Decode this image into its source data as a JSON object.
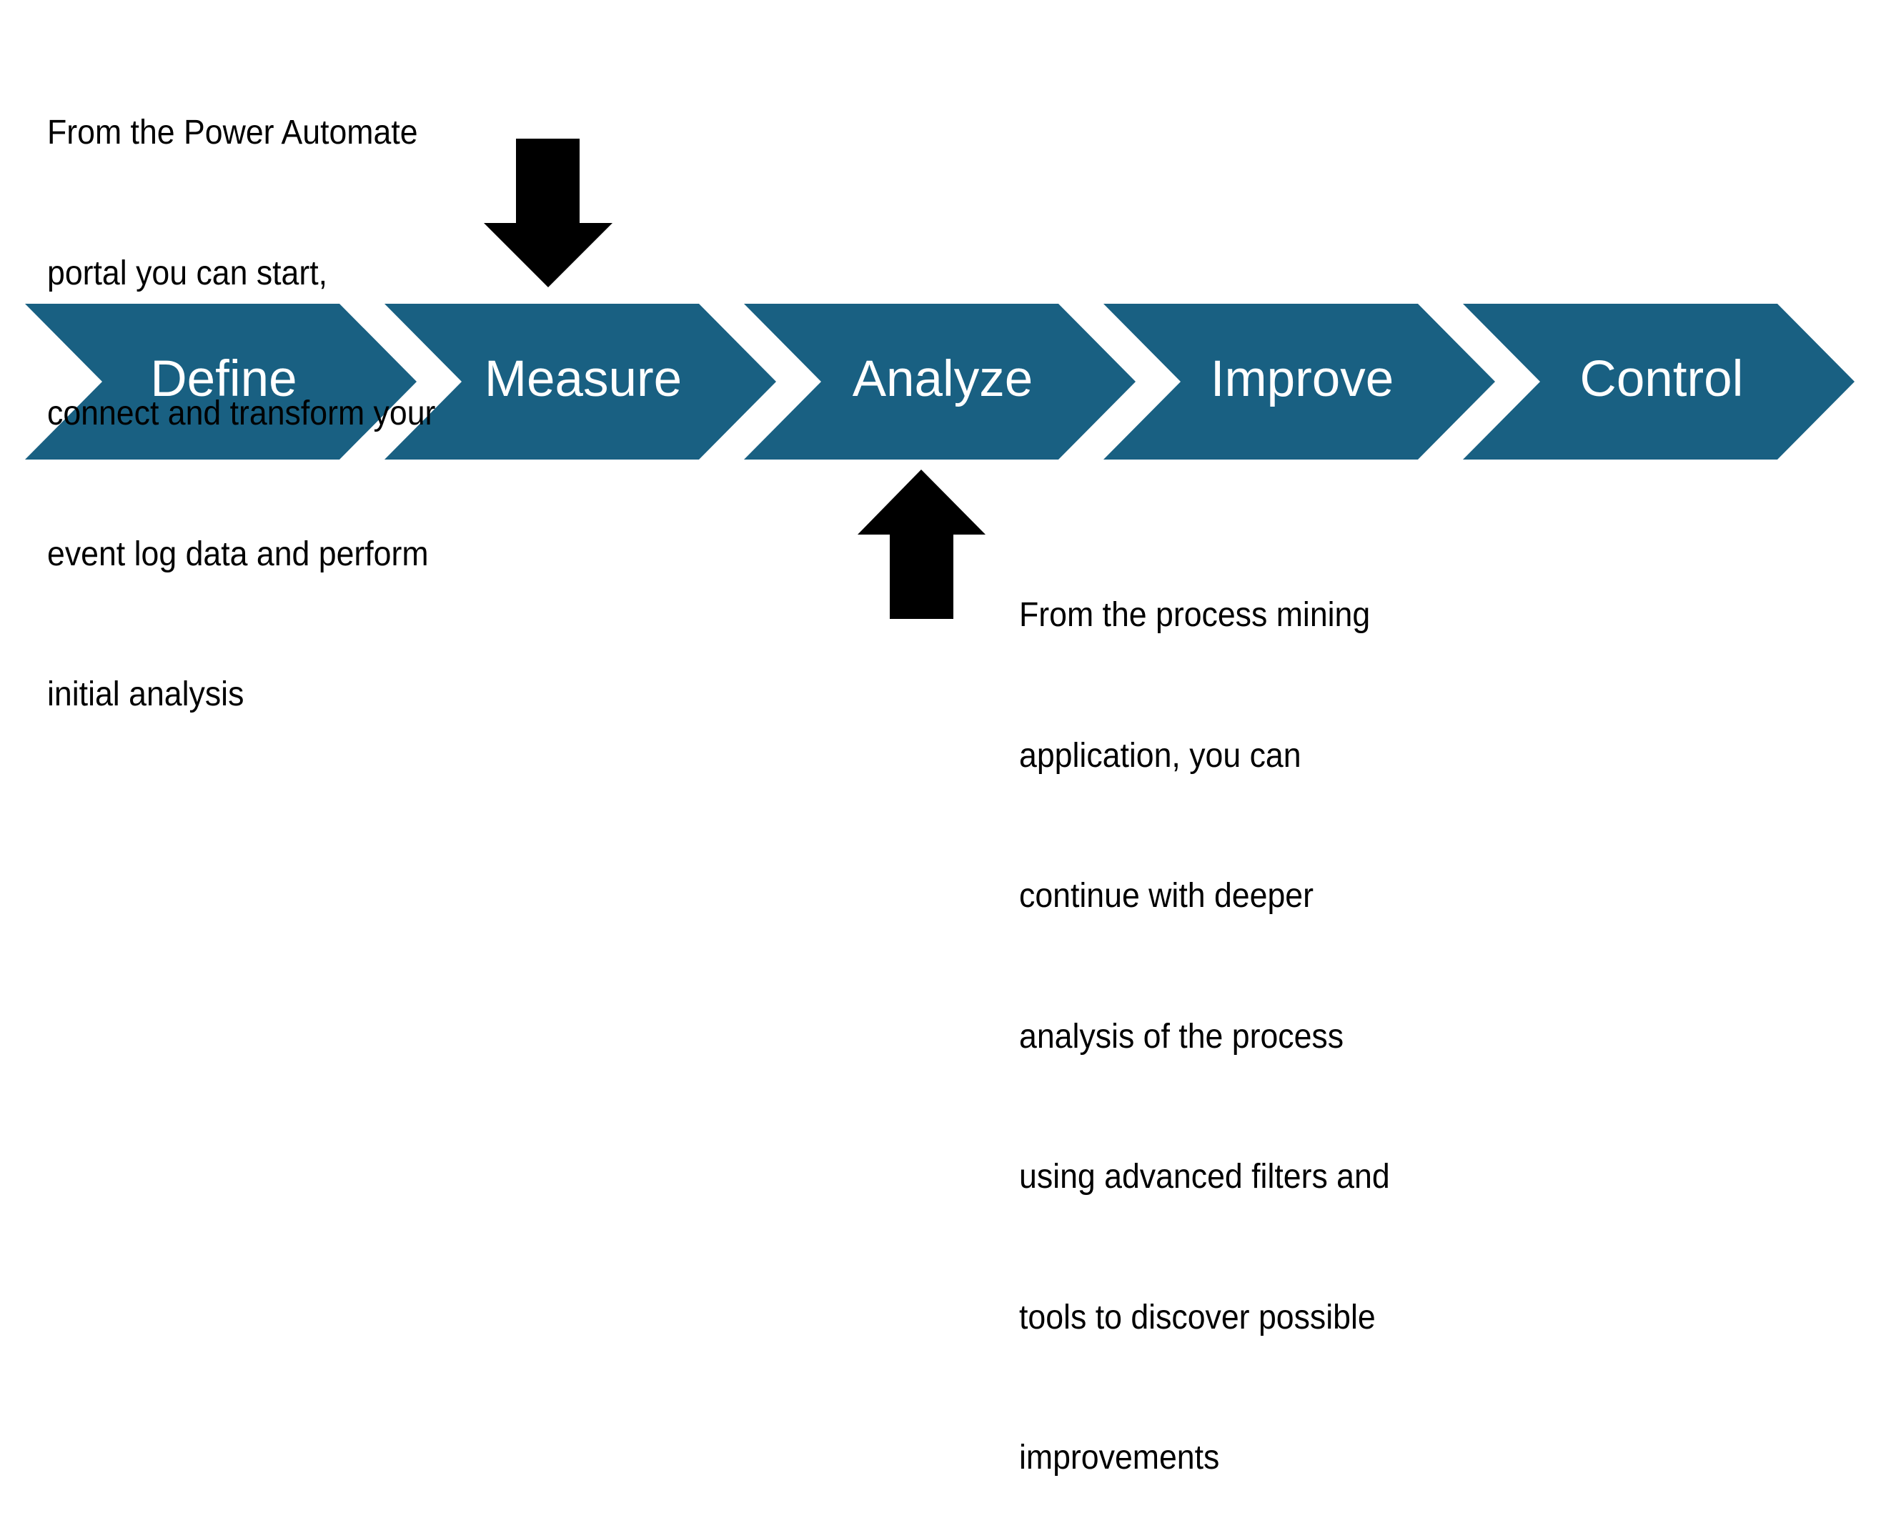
{
  "diagram": {
    "type": "process-chevron-flow",
    "stage_fill_color": "#196082",
    "stage_text_color": "#ffffff",
    "arrow_color": "#000000",
    "stages": [
      {
        "label": "Define"
      },
      {
        "label": "Measure"
      },
      {
        "label": "Analyze"
      },
      {
        "label": "Improve"
      },
      {
        "label": "Control"
      }
    ],
    "callouts": [
      {
        "id": "top",
        "points_to_stage": "Measure",
        "arrow_direction": "down",
        "lines": [
          "From the Power Automate",
          "portal you can start,",
          "connect and transform your",
          "event log data and perform",
          "initial analysis"
        ]
      },
      {
        "id": "bottom",
        "points_to_stage": "Analyze",
        "arrow_direction": "up",
        "lines": [
          "From the process mining",
          "application, you can",
          "continue with deeper",
          "analysis of the process",
          "using advanced filters and",
          "tools to discover possible",
          "improvements"
        ]
      }
    ]
  }
}
